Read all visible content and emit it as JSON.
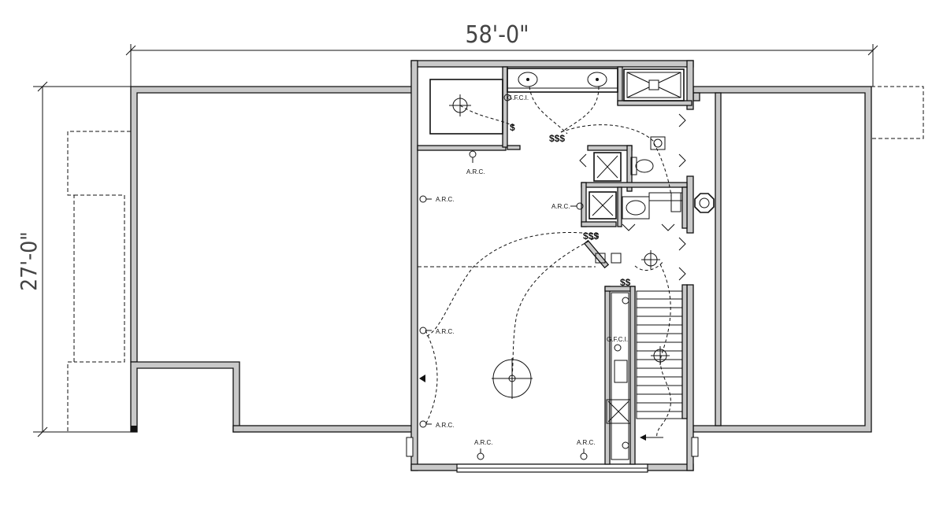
{
  "dimensions": {
    "width": "58'-0\"",
    "depth": "27'-0\""
  },
  "labels": {
    "gfci": "G.F.C.I.",
    "arc": "A.R.C."
  },
  "switch_groups": {
    "triple": "$$$",
    "double": "$$"
  }
}
